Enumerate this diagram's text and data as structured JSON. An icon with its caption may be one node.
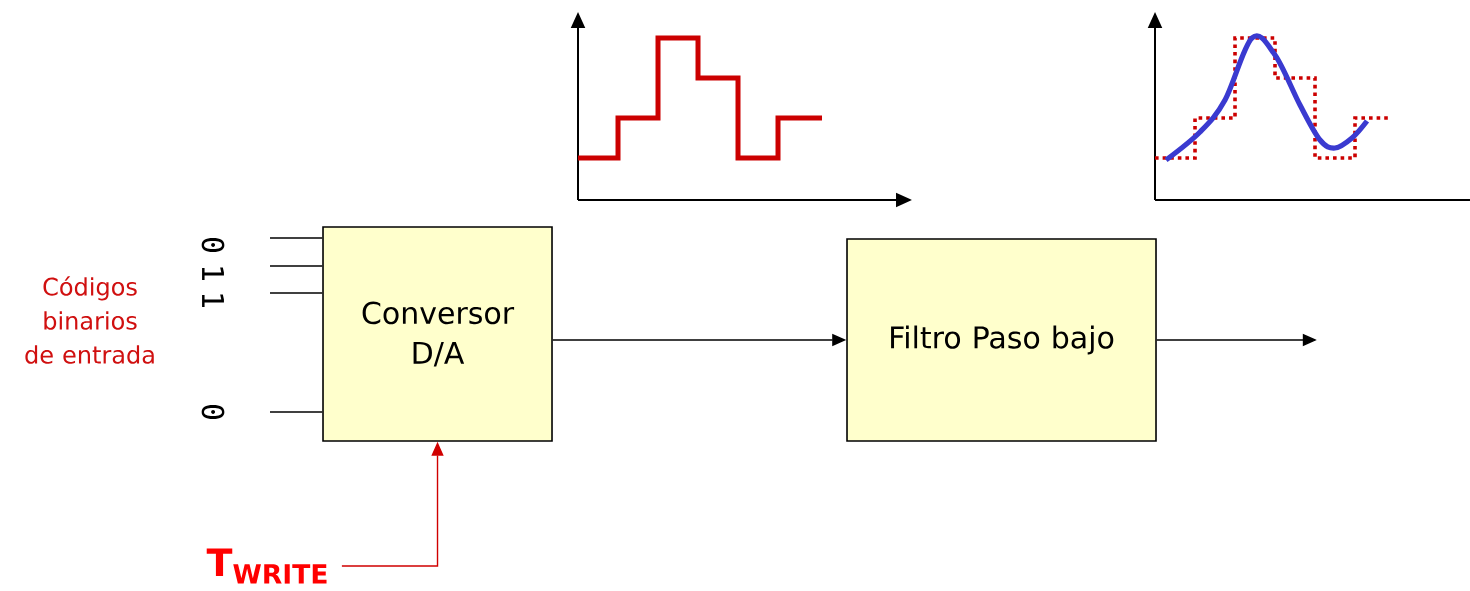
{
  "diagram": {
    "nodes": [
      {
        "text": [
          "Conversor D/A"
        ]
      },
      {
        "text": [
          "Filtro Paso bajo"
        ]
      },
      {
        "text": [
          "0"
        ]
      },
      {
        "text": [
          "1"
        ]
      },
      {
        "text": [
          "1"
        ]
      },
      {
        "text": [
          "0"
        ]
      },
      {
        "text": [
          "T$_{WRITE}$"
        ]
      }
    ],
    "edges": [
      {
        "from": 2,
        "to": 0,
        "arrow": "none"
      },
      {
        "from": 3,
        "to": 0,
        "arrow": "none"
      },
      {
        "from": 4,
        "to": 0,
        "arrow": "none"
      },
      {
        "from": 5,
        "to": 0,
        "arrow": "none"
      },
      {
        "from": 6,
        "to": 0,
        "arrow": "to",
        "color": "#d00000"
      },
      {
        "from": 0,
        "to": 1,
        "arrow": "to"
      },
      {
        "from": 1,
        "to": null,
        "arrow": "to"
      }
    ],
    "labels": [
      "Códigos binarios de entrada"
    ]
  }
}
